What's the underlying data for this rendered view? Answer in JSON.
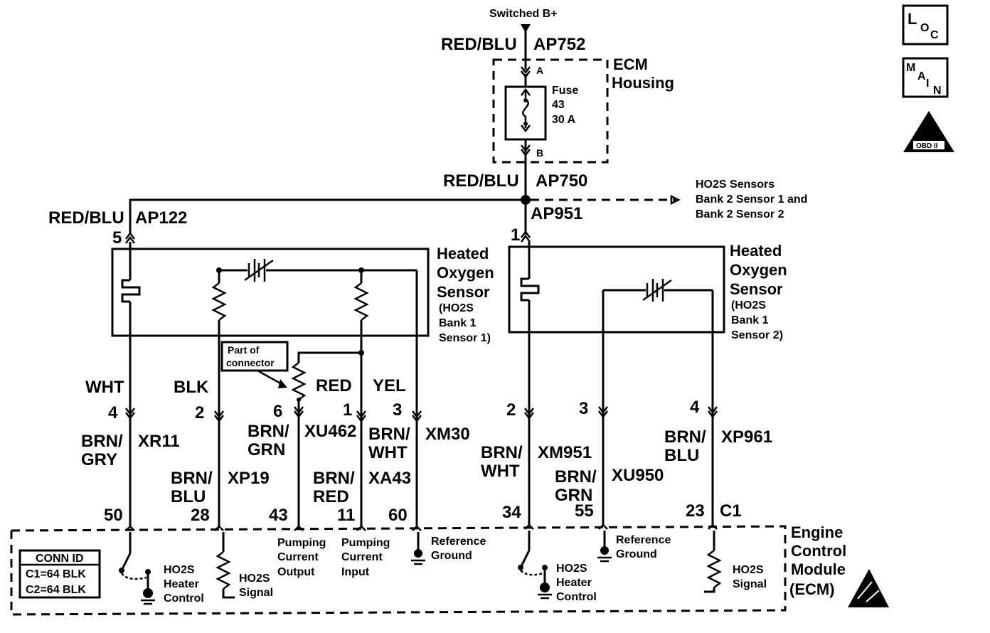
{
  "top": {
    "supply": "Switched B+",
    "wire_top_color": "RED/BLU",
    "wire_top_id": "AP752",
    "ecm_housing_line1": "ECM",
    "ecm_housing_line2": "Housing",
    "pin_a": "A",
    "pin_b": "B",
    "fuse_line1": "Fuse",
    "fuse_line2": "43",
    "fuse_line3": "30 A",
    "wire_mid_color": "RED/BLU",
    "wire_mid_id": "AP750",
    "branch_line1": "HO2S Sensors",
    "branch_line2": "Bank 2 Sensor 1 and",
    "branch_line3": "Bank 2 Sensor 2",
    "wire_left_color": "RED/BLU",
    "wire_left_id": "AP122",
    "wire_right_id": "AP951"
  },
  "icons": {
    "loc": [
      "L",
      "O",
      "C"
    ],
    "main": [
      "M",
      "A",
      "I",
      "N"
    ],
    "obd": "OBD II"
  },
  "sensor1": {
    "pin": "5",
    "title": [
      "Heated",
      "Oxygen",
      "Sensor"
    ],
    "sub": [
      "(HO2S",
      "Bank 1",
      "Sensor 1)"
    ],
    "part_of_connector": [
      "Part of",
      "connector"
    ]
  },
  "sensor2": {
    "pin": "1",
    "title": [
      "Heated",
      "Oxygen",
      "Sensor"
    ],
    "sub": [
      "(HO2S",
      "Bank 1",
      "Sensor 2)"
    ]
  },
  "left_wires": [
    {
      "color_top": "WHT",
      "pin_top": "4",
      "color": [
        "BRN/",
        "GRY"
      ],
      "id": "XR11",
      "ecm_pin": "50"
    },
    {
      "color_top": "BLK",
      "pin_top": "2",
      "color": [
        "BRN/",
        "BLU"
      ],
      "id": "XP19",
      "ecm_pin": "28"
    },
    {
      "color_top": "",
      "pin_top": "6",
      "color": [
        "BRN/",
        "GRN"
      ],
      "id": "XU462",
      "ecm_pin": "43"
    },
    {
      "color_top": "RED",
      "pin_top": "1",
      "color": [
        "BRN/",
        "RED"
      ],
      "id": "XA43",
      "ecm_pin": "11"
    },
    {
      "color_top": "YEL",
      "pin_top": "3",
      "color": [
        "BRN/",
        "WHT"
      ],
      "id": "XM30",
      "ecm_pin": "60"
    }
  ],
  "right_wires": [
    {
      "pin_top": "2",
      "color": [
        "BRN/",
        "WHT"
      ],
      "id": "XM951",
      "ecm_pin": "34"
    },
    {
      "pin_top": "3",
      "color": [
        "BRN/",
        "GRN"
      ],
      "id": "XU950",
      "ecm_pin": "55"
    },
    {
      "pin_top": "4",
      "color": [
        "BRN/",
        "BLU"
      ],
      "id": "XP961",
      "ecm_pin": "23"
    }
  ],
  "connector_c1": "C1",
  "ecm": {
    "title": [
      "Engine",
      "Control",
      "Module",
      "(ECM)"
    ],
    "conn_id_title": "CONN ID",
    "conn_id_rows": [
      "C1=64 BLK",
      "C2=64 BLK"
    ],
    "heater_ctrl1": [
      "HO2S",
      "Heater",
      "Control"
    ],
    "signal1": [
      "HO2S",
      "Signal"
    ],
    "pump_out": [
      "Pumping",
      "Current",
      "Output"
    ],
    "pump_in": [
      "Pumping",
      "Current",
      "Input"
    ],
    "ref_gnd1": [
      "Reference",
      "Ground"
    ],
    "heater_ctrl2": [
      "HO2S",
      "Heater",
      "Control"
    ],
    "ref_gnd2": [
      "Reference",
      "Ground"
    ],
    "signal2": [
      "HO2S",
      "Signal"
    ]
  }
}
